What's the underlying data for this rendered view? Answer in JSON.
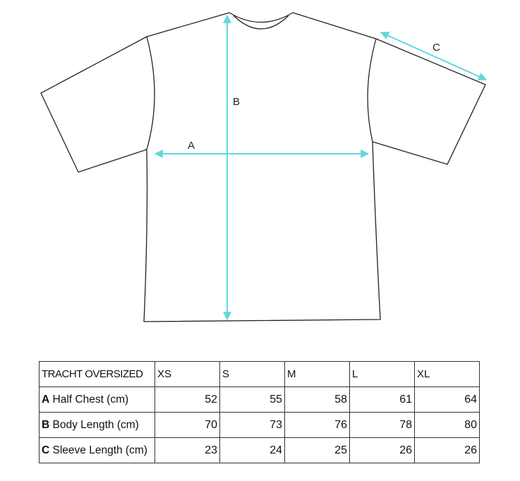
{
  "diagram": {
    "label_a": "A",
    "label_b": "B",
    "label_c": "C",
    "outline_color": "#222222",
    "arrow_color": "#5fd9dd"
  },
  "table": {
    "title": "TRACHT OVERSIZED",
    "sizes": [
      "XS",
      "S",
      "M",
      "L",
      "XL"
    ],
    "rows": [
      {
        "key": "A",
        "label": " Half Chest (cm)",
        "values": [
          "52",
          "55",
          "58",
          "61",
          "64"
        ]
      },
      {
        "key": "B",
        "label": " Body Length (cm)",
        "values": [
          "70",
          "73",
          "76",
          "78",
          "80"
        ]
      },
      {
        "key": "C",
        "label": " Sleeve Length (cm)",
        "values": [
          "23",
          "24",
          "25",
          "26",
          "26"
        ]
      }
    ]
  }
}
